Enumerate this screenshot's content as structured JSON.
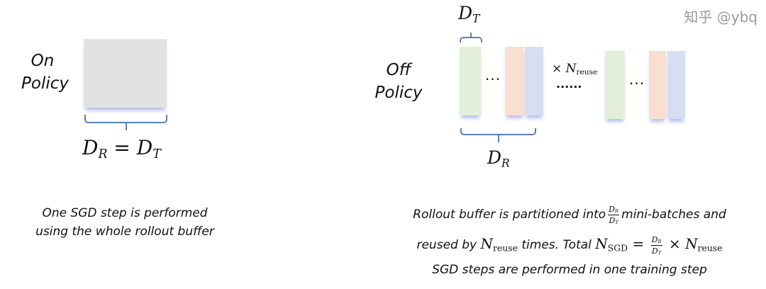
{
  "on_policy": {
    "label_line1": "On",
    "label_line2": "Policy",
    "equation": {
      "D": "D",
      "R": "R",
      "eq": " = ",
      "D2": "D",
      "T": "T"
    },
    "caption_line1": "One SGD step is performed",
    "caption_line2": "using the whole rollout buffer"
  },
  "off_policy": {
    "label_line1": "Off",
    "label_line2": "Policy",
    "dt_label": {
      "D": "D",
      "sub": "T"
    },
    "dr_label": {
      "D": "D",
      "sub": "R"
    },
    "ellipsis": "···",
    "reuse": {
      "times": "× ",
      "N": "N",
      "sub": "reuse"
    },
    "repeat_dots": "······",
    "caption": {
      "l1_a": "Rollout buffer is partitioned into",
      "frac_num": "D",
      "frac_num_sub": "R",
      "frac_den": "D",
      "frac_den_sub": "T",
      "l1_b": "mini-batches and",
      "l2_a": "reused by ",
      "l2_N": "N",
      "l2_N_sub": "reuse",
      "l2_b": " times. Total ",
      "l2_Nsgd": "N",
      "l2_Nsgd_sub": "SGD",
      "l2_eq": " = ",
      "l2_times": " × ",
      "l2_N2": "N",
      "l2_N2_sub": "reuse",
      "l3": "SGD steps are performed in one training step"
    },
    "colors": {
      "green": "#e3efd9",
      "orange": "#f9dfd0",
      "blue": "#d7def2"
    }
  },
  "watermark": "知乎 @ybq"
}
